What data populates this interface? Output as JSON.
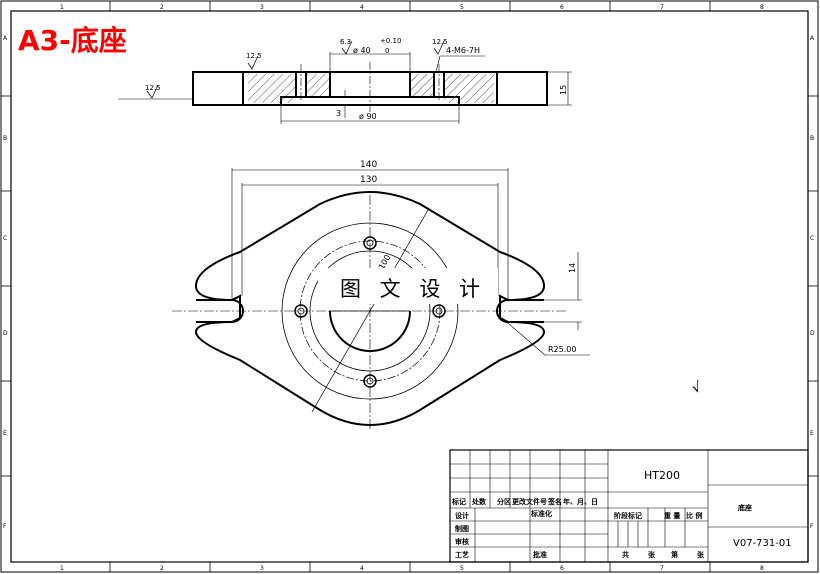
{
  "sheet": {
    "title": "A3-底座",
    "border_letters": [
      "A",
      "B",
      "C",
      "D",
      "E",
      "F"
    ],
    "border_numbers": [
      "1",
      "2",
      "3",
      "4",
      "5",
      "6",
      "7",
      "8"
    ]
  },
  "section_view": {
    "roughness_top_left": "12.5",
    "roughness_left": "12.5",
    "roughness_bore": "6.3",
    "roughness_right": "12.5",
    "bore_diameter": "ø 40",
    "tol_upper": "+0.10",
    "tol_lower": "0",
    "thread_label": "4-M6-7H",
    "height_dim": "15",
    "boss_diameter": "ø 90",
    "boss_height": "3"
  },
  "plan_view": {
    "dim_overall": "140",
    "dim_inner": "130",
    "dim_slot": "14",
    "radius_label": "R25.00",
    "pcd_label": "100",
    "general_roughness": "√"
  },
  "stamp": {
    "text": "图 文 设 计"
  },
  "title_block": {
    "material": "HT200",
    "part_name": "底座",
    "drawing_no": "V07-731-01",
    "header_marks": "标记",
    "header_count": "处数",
    "header_zone": "分区",
    "header_doc": "更改文件号",
    "header_sign": "签名",
    "header_date": "年、月、日",
    "row_design": "设计",
    "row_standard": "标准化",
    "row_draw": "制图",
    "row_check": "审核",
    "row_process": "工艺",
    "row_approve": "批准",
    "stage_mark": "阶段标记",
    "weight": "重 量",
    "scale": "比 例",
    "sheets_total": "共",
    "sheets_unit1": "张",
    "sheet_no": "第",
    "sheets_unit2": "张"
  }
}
